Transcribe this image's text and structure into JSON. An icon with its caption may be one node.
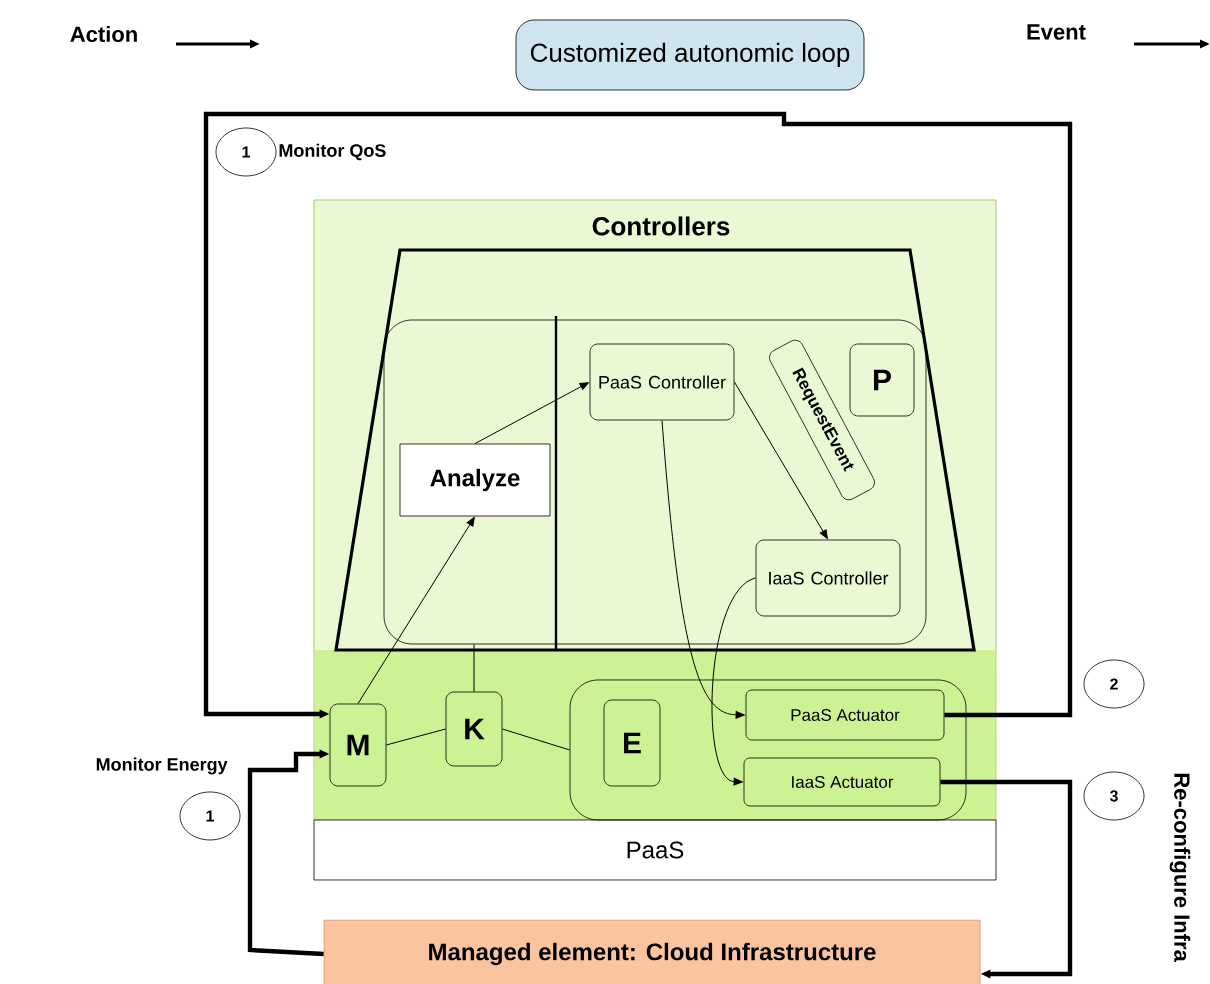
{
  "diagram": {
    "nodes": [
      {
        "text": [
          "Customized autonomic loop"
        ]
      },
      {
        "text": [
          "Controllers"
        ]
      },
      {
        "text": [],
        "shape": "trapezoid",
        "in": 1
      },
      {
        "text": [],
        "shape": "box",
        "in": 2
      },
      {
        "text": [
          "Analyze"
        ],
        "in": 3
      },
      {
        "text": [
          "PaaS Controller"
        ],
        "in": 3
      },
      {
        "text": [
          "RequestEvent"
        ],
        "in": 3
      },
      {
        "text": [
          "P"
        ],
        "in": 3
      },
      {
        "text": [
          "IaaS Controller"
        ],
        "in": 3
      },
      {
        "text": [
          "PaaS"
        ]
      },
      {
        "text": [
          "M"
        ],
        "in": 1
      },
      {
        "text": [
          "K"
        ],
        "in": 1
      },
      {
        "text": [],
        "shape": "box",
        "in": 1
      },
      {
        "text": [
          "E"
        ],
        "in": 12
      },
      {
        "text": [
          "PaaS Actuator"
        ],
        "in": 12
      },
      {
        "text": [
          "IaaS Actuator"
        ],
        "in": 12
      },
      {
        "text": [
          "Managed element: Cloud Infrastructure"
        ]
      },
      {
        "text": [
          "1"
        ],
        "beside": [
          "Monitor QoS"
        ]
      },
      {
        "text": [
          "1"
        ],
        "beside": [
          "Monitor Energy"
        ]
      },
      {
        "text": [
          "2"
        ]
      },
      {
        "text": [
          "3"
        ],
        "beside": [
          "Re-configure Infra"
        ]
      }
    ],
    "edges": [
      {
        "from": 14,
        "to": 10,
        "arrow": "to",
        "style": "thick"
      },
      {
        "from": 16,
        "to": 10,
        "arrow": "to",
        "style": "thick"
      },
      {
        "from": 15,
        "to": 16,
        "arrow": "to",
        "style": "thick"
      },
      {
        "from": 10,
        "to": 4,
        "arrow": "to"
      },
      {
        "from": 4,
        "to": 5,
        "arrow": "to"
      },
      {
        "from": 5,
        "to": 8,
        "arrow": "to"
      },
      {
        "from": 5,
        "to": 14,
        "arrow": "to"
      },
      {
        "from": 8,
        "to": 15,
        "arrow": "to"
      },
      {
        "from": 10,
        "to": 11,
        "arrow": "none"
      },
      {
        "from": 11,
        "to": 12,
        "arrow": "none"
      },
      {
        "from": 11,
        "to": 3,
        "arrow": "none"
      }
    ],
    "legend": [
      {
        "text": "Action"
      },
      {
        "text": "Event"
      }
    ]
  }
}
